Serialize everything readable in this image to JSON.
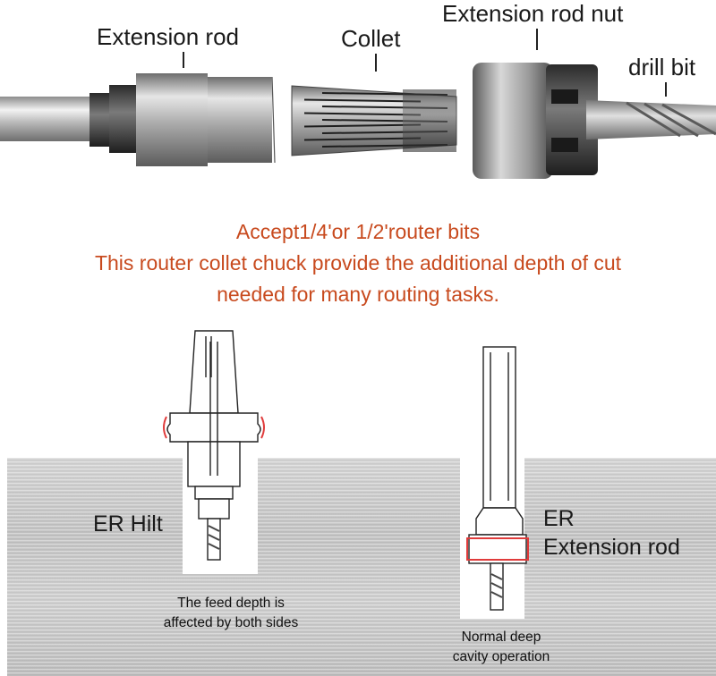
{
  "top_labels": {
    "extension_rod": "Extension rod",
    "collet": "Collet",
    "extension_rod_nut": "Extension rod nut",
    "drill_bit": "drill bit"
  },
  "headline": {
    "line1": "Accept1/4'or 1/2'router bits",
    "line2": "This router collet chuck provide the additional depth of cut",
    "line3": "needed for many routing tasks.",
    "color": "#c84a1e"
  },
  "diagram": {
    "er_hilt_label": "ER Hilt",
    "er_ext_label_line1": "ER",
    "er_ext_label_line2": "Extension rod",
    "left_note_line1": "The feed depth is",
    "left_note_line2": "affected by both sides",
    "right_note_line1": "Normal deep",
    "right_note_line2": "cavity operation",
    "highlight_color": "#e03b3b"
  }
}
